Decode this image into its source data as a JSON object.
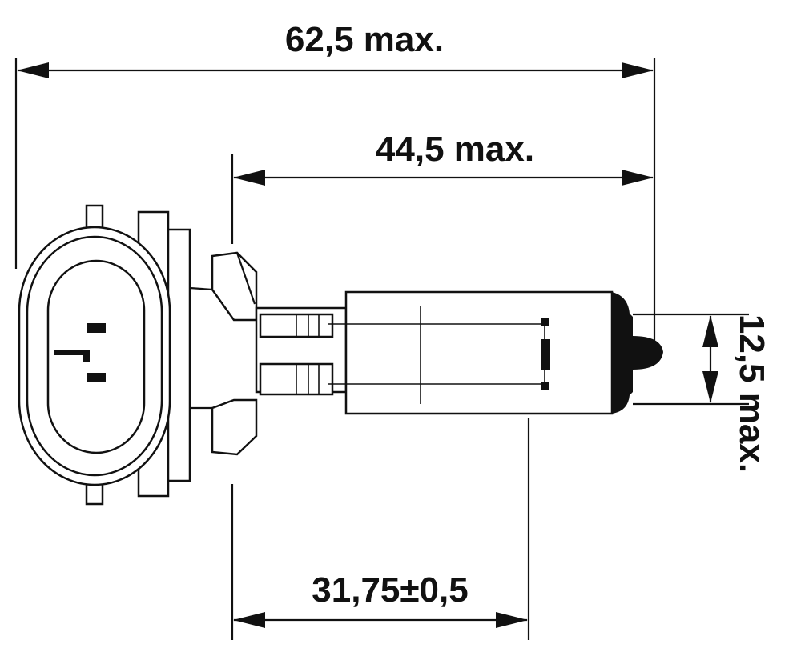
{
  "dimensions": {
    "overall_length": "62,5 max.",
    "glass_length": "44,5 max.",
    "light_center": "31,75±0,5",
    "glass_diameter": "12,5 max."
  },
  "colors": {
    "line": "#111111",
    "background": "#ffffff"
  }
}
